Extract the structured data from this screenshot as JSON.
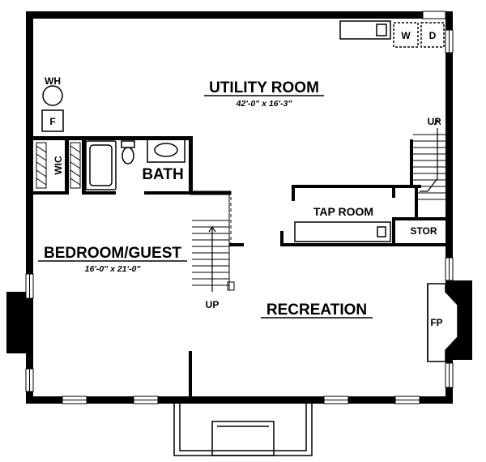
{
  "floor_plan": {
    "rooms": {
      "utility": {
        "name": "UTILITY ROOM",
        "dims": "42'-0\" x 16'-3\""
      },
      "bedroom": {
        "name": "BEDROOM/GUEST",
        "dims": "16'-0\" x 21'-0\""
      },
      "bath": {
        "name": "BATH"
      },
      "recreation": {
        "name": "RECREATION"
      },
      "tap_room": {
        "name": "TAP ROOM"
      },
      "stor": {
        "name": "STOR"
      },
      "wic": {
        "name": "WIC"
      }
    },
    "fixtures": {
      "water_heater": "WH",
      "furnace": "F",
      "washer": "W",
      "dryer": "D",
      "fireplace": "FP"
    },
    "stairs": {
      "center_up": "UP",
      "right_up": "UP"
    },
    "colors": {
      "wall": "#000000",
      "background": "#ffffff"
    }
  }
}
